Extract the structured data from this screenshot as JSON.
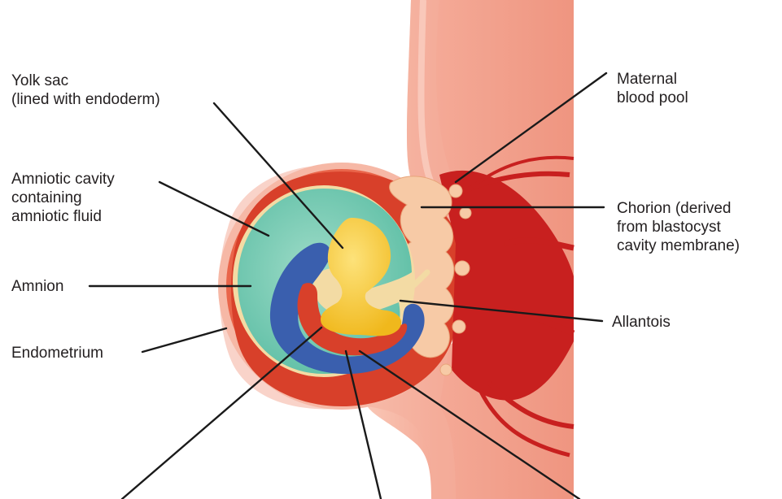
{
  "labels": {
    "yolk_sac": [
      "Yolk sac",
      "(lined with endoderm)"
    ],
    "amniotic_cavity": [
      "Amniotic cavity",
      "containing",
      "amniotic fluid"
    ],
    "amnion": [
      "Amnion"
    ],
    "endometrium": [
      "Endometrium"
    ],
    "maternal_blood_pool": [
      "Maternal",
      "blood pool"
    ],
    "chorion": [
      "Chorion (derived",
      "from blastocyst",
      "cavity membrane)"
    ],
    "allantois": [
      "Allantois"
    ]
  },
  "colors": {
    "uterine_wall": "#f3a08c",
    "uterine_wall_highlight": "#f8c2b2",
    "endometrium_outer": "#f6b3a0",
    "decidua_red": "#d8402a",
    "maternal_blood": "#c8201f",
    "chorionic_villi": "#f6c6a0",
    "amniotic_fluid": "#7fcfb8",
    "amnion_rim": "#f0d8a0",
    "yolk_sac": "#f5c830",
    "ectoderm": "#3a5fae",
    "mesoderm": "#d8402a",
    "leader_line": "#1a1a1a"
  }
}
